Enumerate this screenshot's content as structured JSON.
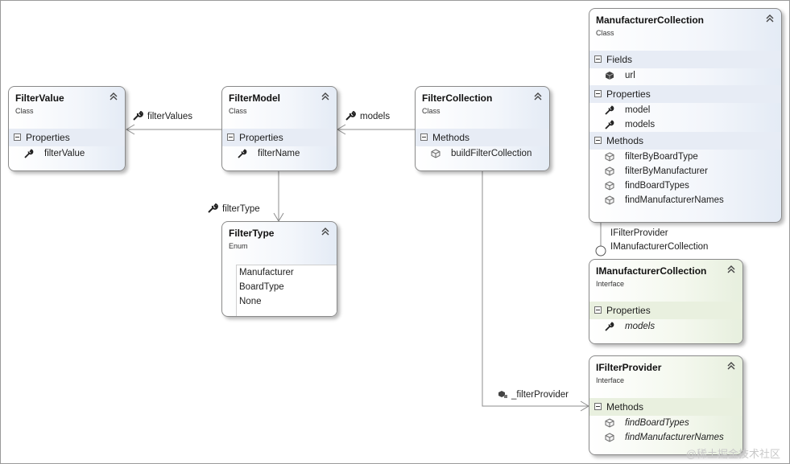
{
  "diagram": {
    "classes": {
      "filter_value": {
        "name": "FilterValue",
        "stereotype": "Class",
        "sections": [
          {
            "title": "Properties",
            "members": [
              {
                "name": "filterValue",
                "kind": "property"
              }
            ]
          }
        ]
      },
      "filter_model": {
        "name": "FilterModel",
        "stereotype": "Class",
        "sections": [
          {
            "title": "Properties",
            "members": [
              {
                "name": "filterName",
                "kind": "property"
              }
            ]
          }
        ]
      },
      "filter_collection": {
        "name": "FilterCollection",
        "stereotype": "Class",
        "sections": [
          {
            "title": "Methods",
            "members": [
              {
                "name": "buildFilterCollection",
                "kind": "method"
              }
            ]
          }
        ]
      },
      "filter_type": {
        "name": "FilterType",
        "stereotype": "Enum",
        "values": [
          "Manufacturer",
          "BoardType",
          "None"
        ]
      },
      "manufacturer_collection": {
        "name": "ManufacturerCollection",
        "stereotype": "Class",
        "sections": [
          {
            "title": "Fields",
            "members": [
              {
                "name": "url",
                "kind": "field"
              }
            ]
          },
          {
            "title": "Properties",
            "members": [
              {
                "name": "model",
                "kind": "property"
              },
              {
                "name": "models",
                "kind": "property"
              }
            ]
          },
          {
            "title": "Methods",
            "members": [
              {
                "name": "filterByBoardType",
                "kind": "method"
              },
              {
                "name": "filterByManufacturer",
                "kind": "method"
              },
              {
                "name": "findBoardTypes",
                "kind": "method"
              },
              {
                "name": "findManufacturerNames",
                "kind": "method"
              }
            ]
          }
        ]
      },
      "imanufacturer_collection": {
        "name": "IManufacturerCollection",
        "stereotype": "Interface",
        "sections": [
          {
            "title": "Properties",
            "members": [
              {
                "name": "models",
                "kind": "property"
              }
            ]
          }
        ]
      },
      "ifilter_provider": {
        "name": "IFilterProvider",
        "stereotype": "Interface",
        "sections": [
          {
            "title": "Methods",
            "members": [
              {
                "name": "findBoardTypes",
                "kind": "method"
              },
              {
                "name": "findManufacturerNames",
                "kind": "method"
              }
            ]
          }
        ]
      }
    },
    "associations": {
      "filter_values": "filterValues",
      "models": "models",
      "filter_type": "filterType",
      "filter_provider": "_filterProvider"
    },
    "lollipop_labels": [
      "IFilterProvider",
      "IManufacturerCollection"
    ],
    "watermark": "@稀土掘金技术社区",
    "colors": {
      "class_header": "#e7ecf5",
      "interface_header": "#e9f0df",
      "border": "#8a8a8a",
      "connector": "#8c8c8c",
      "method_icon": "#7b3fb2",
      "property_icon": "#222222"
    }
  }
}
